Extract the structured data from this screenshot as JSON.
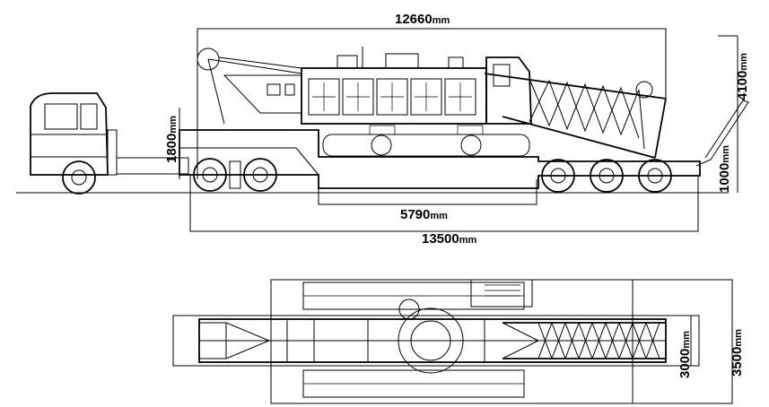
{
  "dimensions": {
    "overall_length": "12660",
    "lowbed_length": "13500",
    "crawler_length": "5790",
    "transport_height": "4100",
    "deck_height": "1800",
    "ground_clearance": "1000",
    "plan_width_inner": "3000",
    "plan_width_outer": "3500",
    "unit": "mm"
  },
  "icons": {
    "truck": "tractor-cab-icon",
    "crane": "crawler-crane-icon"
  }
}
